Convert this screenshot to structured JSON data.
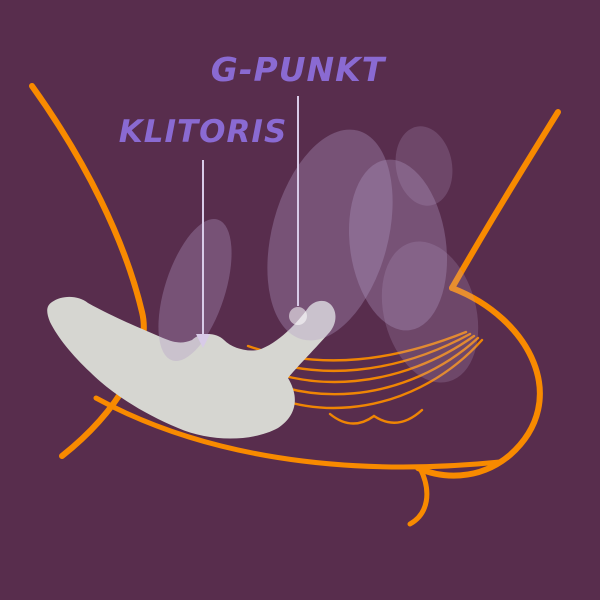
{
  "diagram": {
    "title_context": "anatomical-product-diagram",
    "labels": {
      "g_spot": "G-PUNKT",
      "clitoris": "KLITORIS"
    }
  },
  "colors": {
    "background": "#582d4d",
    "outline_orange": "#f88a00",
    "label_purple": "#8a6ad2",
    "leader_line": "#d8cbe8",
    "product_gray": "#d6d6d1",
    "anatomy_overlay": "#b49bc6"
  }
}
